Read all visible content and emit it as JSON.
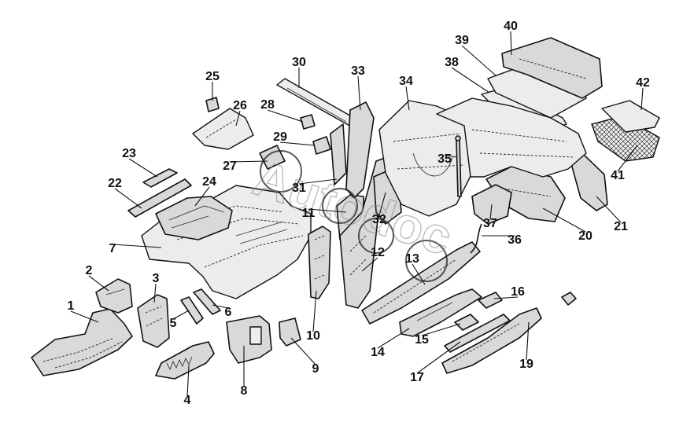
{
  "diagram": {
    "callouts": [
      "1",
      "2",
      "3",
      "4",
      "5",
      "6",
      "7",
      "8",
      "9",
      "10",
      "11",
      "12",
      "13",
      "14",
      "15",
      "16",
      "17",
      "19",
      "20",
      "21",
      "22",
      "23",
      "24",
      "25",
      "26",
      "27",
      "28",
      "29",
      "30",
      "31",
      "32",
      "33",
      "34",
      "35",
      "36",
      "37",
      "38",
      "39",
      "40",
      "41",
      "42"
    ],
    "watermark": {
      "text": "Autodoc",
      "style": "outline lettering with circular rings"
    }
  }
}
